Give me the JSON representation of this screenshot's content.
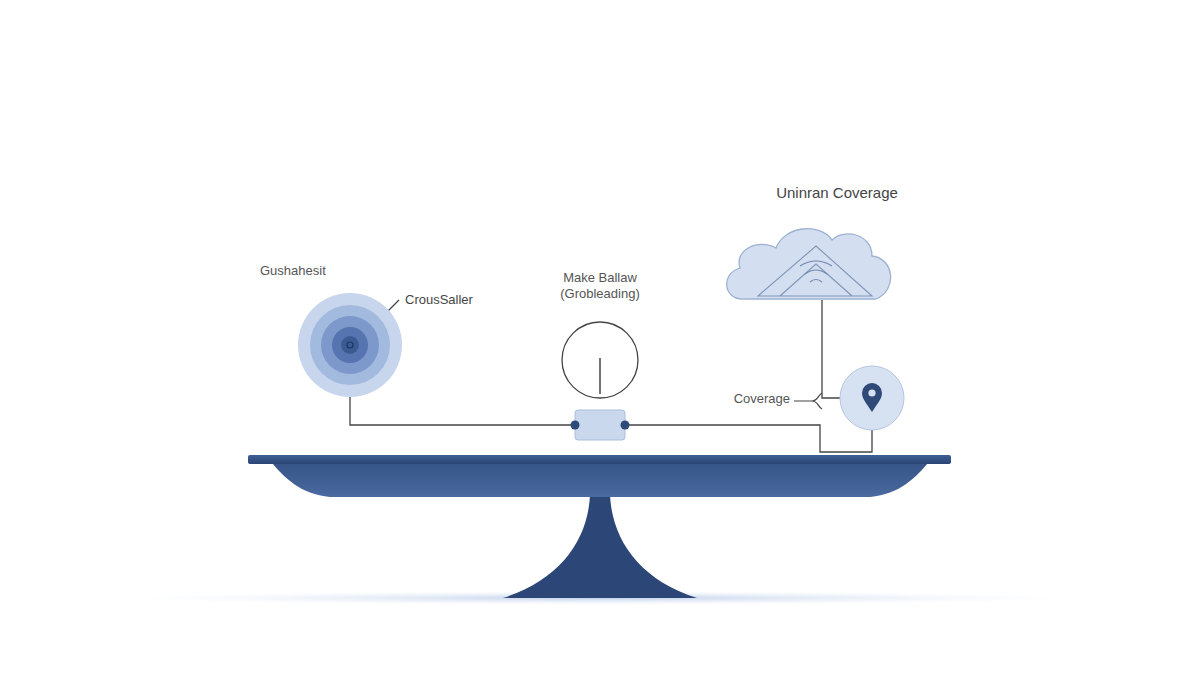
{
  "diagram": {
    "nodes": [
      {
        "text": [
          "Gushahesit"
        ]
      },
      {
        "text": [
          "Make Ballaw (Grobleading)"
        ]
      },
      {
        "text": [
          "Uninran Coverage"
        ]
      },
      {
        "text": [
          "Coverage"
        ]
      }
    ],
    "edges": [
      {
        "from": 0,
        "to": 1,
        "arrow": "none"
      },
      {
        "from": 1,
        "to": 3,
        "arrow": "none"
      },
      {
        "from": 2,
        "to": 3,
        "arrow": "none"
      }
    ],
    "labels": [
      "CrousSaller"
    ]
  }
}
